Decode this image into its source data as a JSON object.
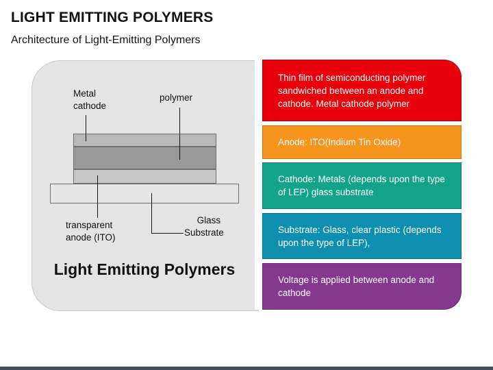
{
  "header": {
    "title": "LIGHT EMITTING POLYMERS",
    "subtitle": "Architecture of Light-Emitting Polymers"
  },
  "diagram": {
    "labels": {
      "metal_cathode": [
        "Metal",
        "cathode"
      ],
      "polymer": "polymer",
      "transparent_anode": [
        "transparent",
        "anode (ITO)"
      ],
      "glass_substrate": [
        "Glass",
        "Substrate"
      ]
    },
    "caption": "Light Emitting Polymers",
    "colors": {
      "cathode_layer": "#b9b9b9",
      "polymer_layer": "#999999",
      "anode_layer": "#c8c8c8",
      "substrate_layer": "#e6e6e6",
      "panel": "#e4e4e4"
    }
  },
  "info_boxes": [
    {
      "text": "Thin film of semiconducting polymer sandwiched between an anode and cathode. Metal cathode polymer",
      "color": "#e8000b"
    },
    {
      "text": "Anode: ITO(Indium Tin Oxide)",
      "color": "#f7941d"
    },
    {
      "text": "Cathode: Metals (depends upon the type of LEP) glass substrate",
      "color": "#12a38a"
    },
    {
      "text": "Substrate: Glass, clear plastic (depends upon the type of LEP),",
      "color": "#0e8fb0"
    },
    {
      "text": "Voltage is applied between anode and cathode",
      "color": "#84398f"
    }
  ]
}
